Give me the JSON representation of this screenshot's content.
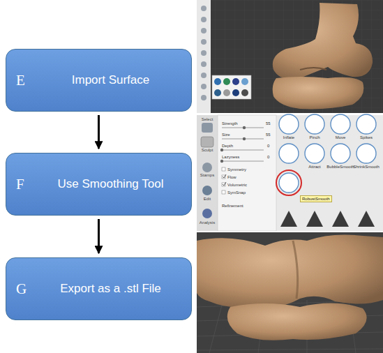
{
  "diagram": {
    "nodes": [
      {
        "text": [
          "E",
          "Import Surface"
        ]
      },
      {
        "text": [
          "F",
          "Use Smoothing Tool"
        ]
      },
      {
        "text": [
          "G",
          "Export as a .stl File"
        ]
      }
    ],
    "edges": [
      {
        "from": 0,
        "to": 1,
        "arrow": "to"
      },
      {
        "from": 1,
        "to": 2,
        "arrow": "to"
      }
    ],
    "labels": [
      "Select",
      "Sculpt",
      "Stamps",
      "Edit",
      "Analysis",
      "Strength",
      "55",
      "Size",
      "55",
      "Depth",
      "0",
      "Lazyness",
      "0",
      "Symmetry",
      "Flow",
      "Volumetric",
      "SymSnap",
      "Refinement",
      "Inflate",
      "Pinch",
      "Move",
      "Spikes",
      "Attract",
      "BubbleSmooth",
      "ShrinkSmooth",
      "RobustSmooth"
    ]
  }
}
